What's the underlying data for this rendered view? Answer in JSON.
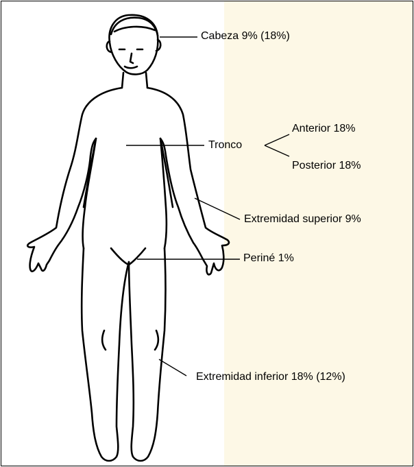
{
  "colors": {
    "panel_background": "#fdf8e6",
    "figure_background": "#ffffff",
    "outline": "#000000"
  },
  "labels": {
    "head": "Cabeza 9% (18%)",
    "trunk": "Tronco",
    "trunk_anterior": "Anterior 18%",
    "trunk_posterior": "Posterior 18%",
    "upper_limb": "Extremidad superior 9%",
    "perineum": "Periné 1%",
    "lower_limb": "Extremidad inferior 18% (12%)"
  }
}
